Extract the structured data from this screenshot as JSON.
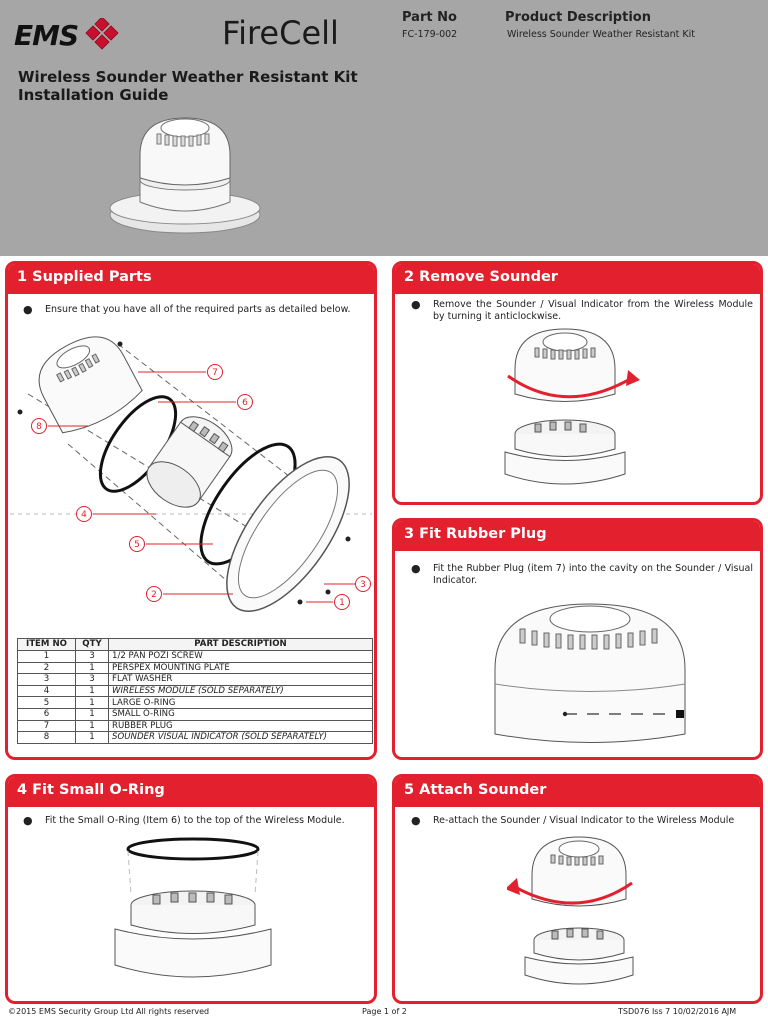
{
  "header": {
    "logo_ems": "EMS",
    "logo_firecell": "FireCell",
    "part_no_heading": "Part No",
    "part_no_value": "FC-179-002",
    "product_desc_heading": "Product Description",
    "product_desc_value": "Wireless Sounder Weather Resistant Kit",
    "title_line1": "Wireless Sounder Weather Resistant Kit",
    "title_line2": "Installation Guide",
    "background_color": "#a6a6a6"
  },
  "accent_color": "#e3202d",
  "sections": [
    {
      "title": "1 Supplied Parts",
      "text": "Ensure that you have all of the required parts as detailed below."
    },
    {
      "title": "2 Remove Sounder",
      "text": "Remove the Sounder / Visual Indicator from the Wireless Module by turning it anticlockwise."
    },
    {
      "title": "3 Fit Rubber Plug",
      "text": "Fit the Rubber Plug (item 7) into the cavity on the Sounder / Visual Indicator."
    },
    {
      "title": "4 Fit Small O-Ring",
      "text": "Fit the Small O-Ring (Item 6) to the top of the Wireless Module."
    },
    {
      "title": "5 Attach Sounder",
      "text": "Re-attach the Sounder / Visual Indicator to the Wireless Module"
    }
  ],
  "diagram_callouts": [
    "7",
    "6",
    "8",
    "4",
    "5",
    "2",
    "3",
    "1"
  ],
  "parts_table": {
    "headers": [
      "ITEM NO",
      "QTY",
      "PART DESCRIPTION"
    ],
    "rows": [
      [
        "1",
        "3",
        "1/2 PAN POZI SCREW"
      ],
      [
        "2",
        "1",
        "PERSPEX MOUNTING PLATE"
      ],
      [
        "3",
        "3",
        "FLAT WASHER"
      ],
      [
        "4",
        "1",
        "WIRELESS MODULE (SOLD SEPARATELY)"
      ],
      [
        "5",
        "1",
        "LARGE O-RING"
      ],
      [
        "6",
        "1",
        "SMALL O-RING"
      ],
      [
        "7",
        "1",
        "RUBBER PLUG"
      ],
      [
        "8",
        "1",
        "SOUNDER VISUAL INDICATOR (SOLD SEPARATELY)"
      ]
    ],
    "italic_rows": [
      3,
      7
    ]
  },
  "footer": {
    "copyright": "©2015 EMS Security Group Ltd All rights reserved",
    "page": "Page 1 of 2",
    "doc_ref": "TSD076  Iss 7  10/02/2016  AJM"
  }
}
